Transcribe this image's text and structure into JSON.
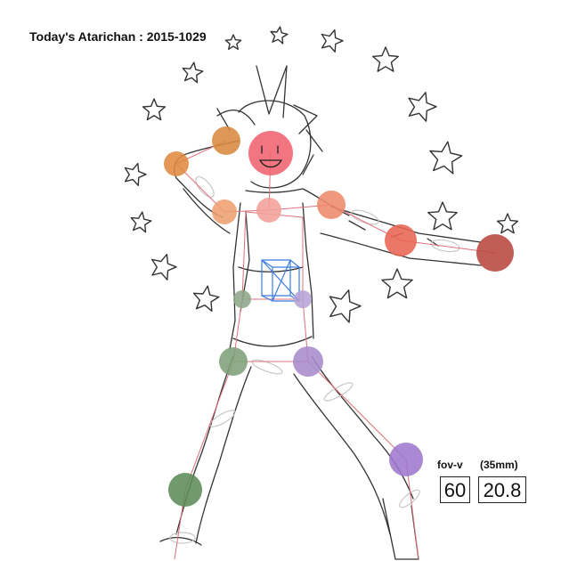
{
  "title": "Today's Atarichan : 2015-1029",
  "camera": {
    "fov_label": "fov-v",
    "lens_label": "(35mm)",
    "fov_value": "60",
    "lens_value": "20.8"
  },
  "colors": {
    "head": "#f06470",
    "shoulder_r": "#ef8a6c",
    "elbow_r": "#e86454",
    "hand_r": "#b8473e",
    "shoulder_l": "#f0a070",
    "elbow_l": "#d98a40",
    "hand_l": "#e08a42",
    "neck": "#f3a09a",
    "hip_l": "#8fa88a",
    "knee_l": "#7fa17a",
    "foot_l": "#5c8c58",
    "hip_r": "#b7a2d6",
    "knee_r": "#a98bcc",
    "foot_r": "#9e78cd",
    "bone": "#e0707a",
    "sketch": "#333333",
    "gizmo": "#3a7be0"
  },
  "icons": {
    "stars": "star-icon",
    "gizmo": "cube-gizmo-icon"
  }
}
